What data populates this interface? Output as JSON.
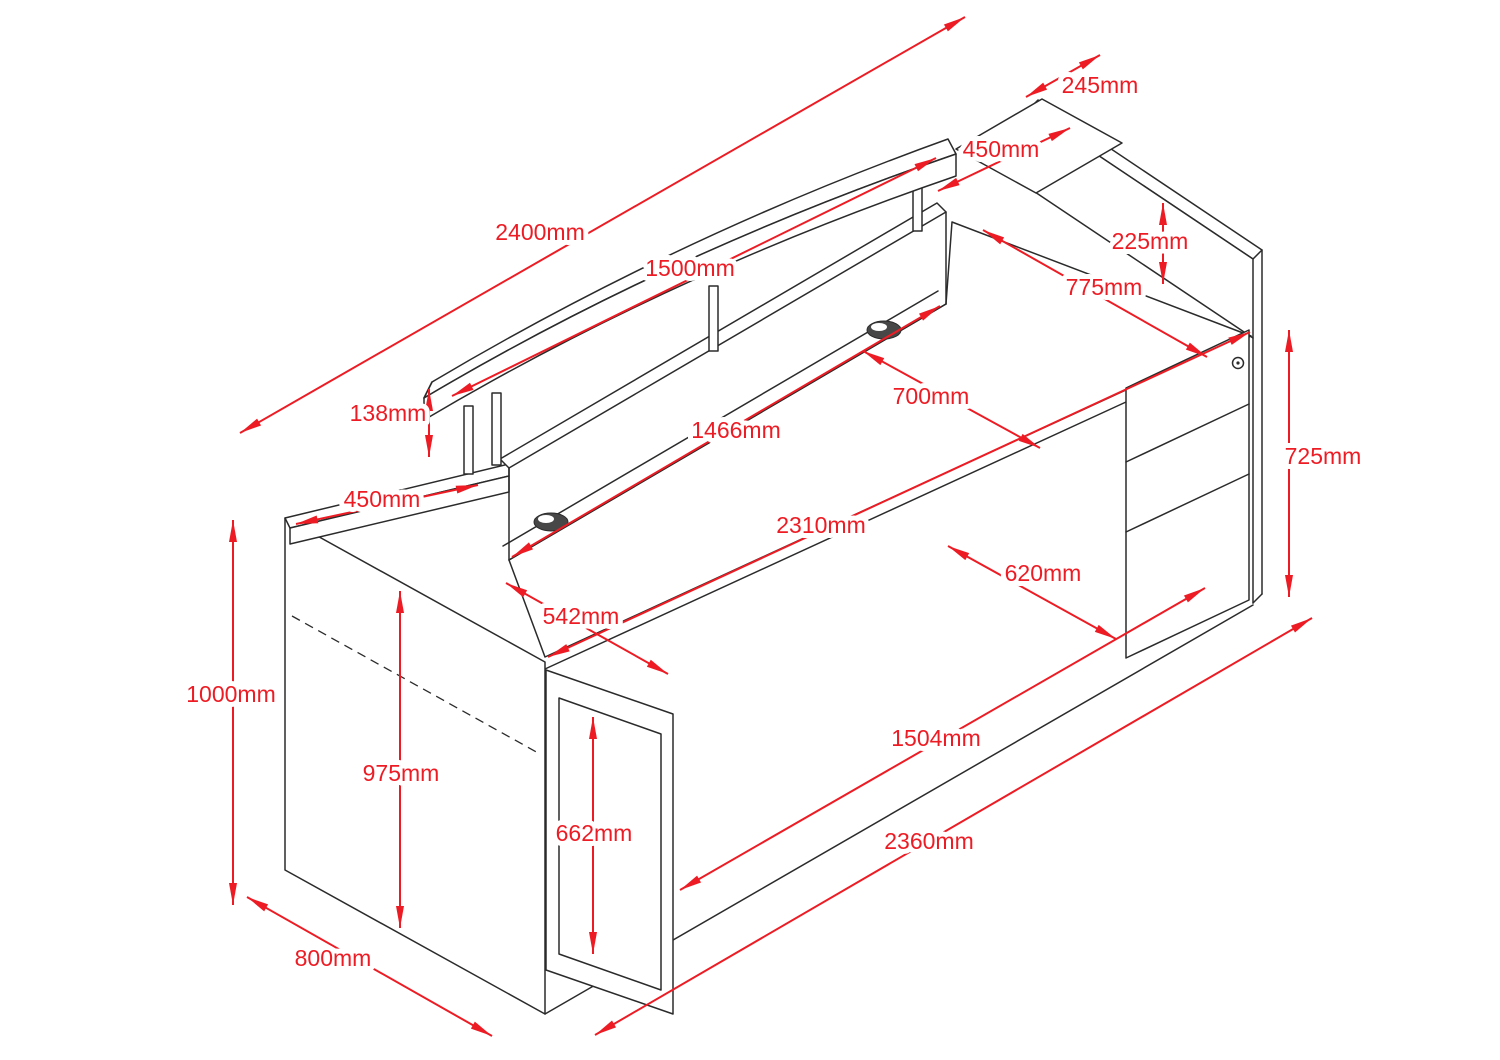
{
  "drawing": {
    "units": "mm",
    "colors": {
      "dimension_red": "#ed1c24",
      "linework": "#2b2b2b",
      "background": "#ffffff"
    },
    "dimensions": {
      "d2400": {
        "label": "2400mm"
      },
      "d1500": {
        "label": "1500mm"
      },
      "d245": {
        "label": "245mm"
      },
      "d450_top": {
        "label": "450mm"
      },
      "d225": {
        "label": "225mm"
      },
      "d775": {
        "label": "775mm"
      },
      "d138": {
        "label": "138mm"
      },
      "d700": {
        "label": "700mm"
      },
      "d1466": {
        "label": "1466mm"
      },
      "d725": {
        "label": "725mm"
      },
      "d450_left": {
        "label": "450mm"
      },
      "d2310": {
        "label": "2310mm"
      },
      "d620": {
        "label": "620mm"
      },
      "d542": {
        "label": "542mm"
      },
      "d1000": {
        "label": "1000mm"
      },
      "d975": {
        "label": "975mm"
      },
      "d662": {
        "label": "662mm"
      },
      "d1504": {
        "label": "1504mm"
      },
      "d2360": {
        "label": "2360mm"
      },
      "d800": {
        "label": "800mm"
      }
    }
  }
}
